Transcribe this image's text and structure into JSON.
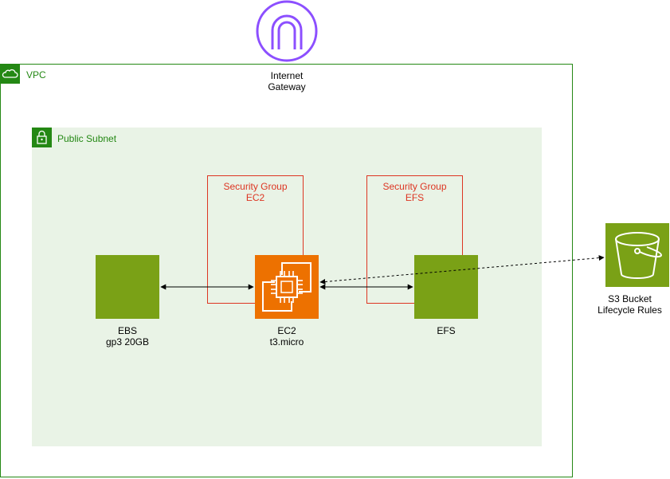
{
  "gateway": {
    "label": "Internet\nGateway"
  },
  "vpc": {
    "label": "VPC"
  },
  "subnet": {
    "label": "Public Subnet"
  },
  "sg_ec2": {
    "label": "Security Group\nEC2"
  },
  "sg_efs": {
    "label": "Security Group\nEFS"
  },
  "ebs": {
    "label": "EBS\ngp3 20GB"
  },
  "ec2": {
    "label": "EC2\nt3.micro"
  },
  "efs": {
    "label": "EFS"
  },
  "s3": {
    "label": "S3 Bucket\nLifecycle Rules"
  },
  "colors": {
    "vpc_border": "#248814",
    "subnet_fill": "#e9f3e6",
    "security_group": "#dd3522",
    "storage_green": "#7aa116",
    "compute_orange": "#ed7100",
    "gateway_purple": "#8c4fff"
  }
}
